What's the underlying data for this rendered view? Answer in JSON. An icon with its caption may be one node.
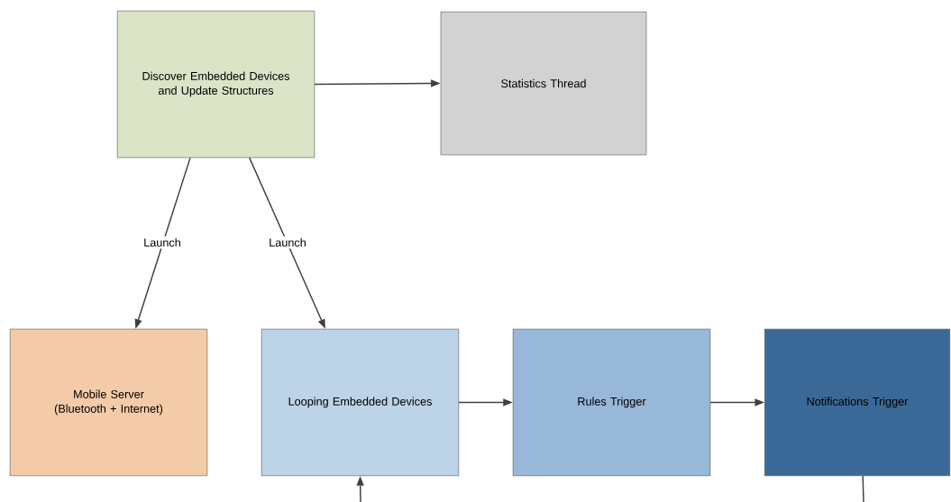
{
  "diagram": {
    "nodes": [
      {
        "text": [
          "Discover Embedded Devices and Update Structures"
        ]
      },
      {
        "text": [
          "Statistics Thread"
        ]
      },
      {
        "text": [
          "Mobile Server (Bluetooth + Internet)"
        ]
      },
      {
        "text": [
          "Looping Embedded Devices"
        ]
      },
      {
        "text": [
          "Rules Trigger"
        ]
      },
      {
        "text": [
          "Notifications Trigger"
        ]
      }
    ],
    "edges": [
      {
        "from": 0,
        "to": 1,
        "arrow": "to"
      },
      {
        "from": 0,
        "to": 2,
        "arrow": "to",
        "label": "Launch"
      },
      {
        "from": 0,
        "to": 3,
        "arrow": "to",
        "label": "Launch"
      },
      {
        "from": 3,
        "to": 4,
        "arrow": "to"
      },
      {
        "from": 4,
        "to": 5,
        "arrow": "to"
      },
      {
        "from": null,
        "to": 3,
        "arrow": "to"
      },
      {
        "from": 5,
        "to": null,
        "arrow": "none"
      }
    ]
  }
}
